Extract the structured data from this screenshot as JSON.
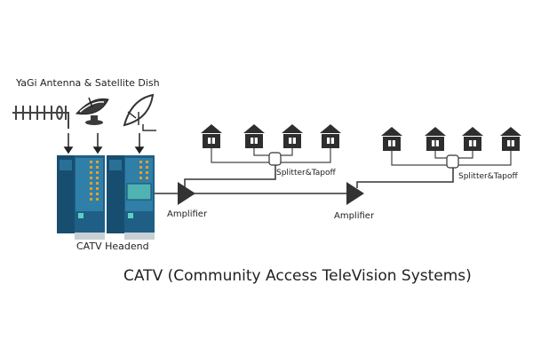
{
  "diagram": {
    "title": "CATV (Community Access TeleVision Systems)",
    "antenna_label": "YaGi Antenna & Satellite Dish",
    "headend_label": "CATV Headend",
    "amplifier_1_label": "Amplifier",
    "amplifier_2_label": "Amplifier",
    "splitter_1_label": "Splitter&Tapoff",
    "splitter_2_label": "Splitter&Tapoff",
    "colors": {
      "line": "#3a3a3a",
      "house": "#2e2e2e",
      "rack_dark": "#1f5f86",
      "rack_light": "#2f7fa8",
      "rack_led": "#e0a030",
      "screen": "#4fb3b3",
      "base": "#c8d0d4"
    }
  }
}
